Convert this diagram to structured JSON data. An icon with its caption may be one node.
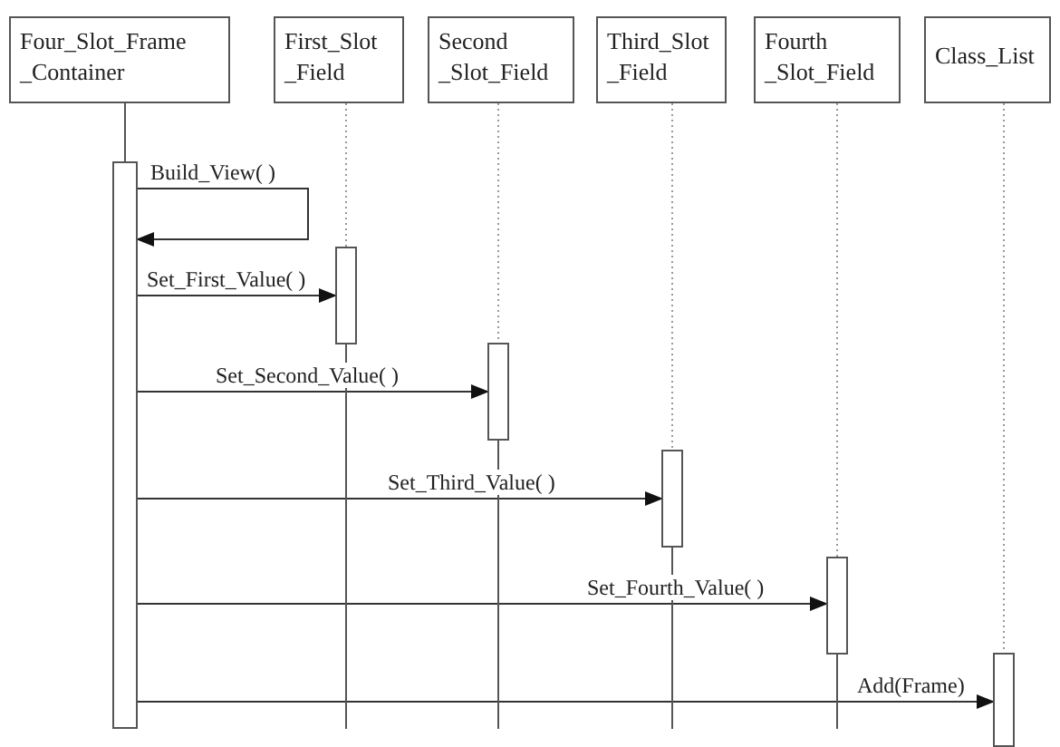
{
  "diagram": {
    "nodes": [
      {
        "text": [
          "Four_Slot_Frame _Container"
        ]
      },
      {
        "text": [
          "First_Slot _Field"
        ]
      },
      {
        "text": [
          "Second _Slot_Field"
        ]
      },
      {
        "text": [
          "Third_Slot _Field"
        ]
      },
      {
        "text": [
          "Fourth _Slot_Field"
        ]
      },
      {
        "text": [
          "Class_List"
        ]
      },
      {
        "text": [],
        "shape": "bar"
      },
      {
        "text": [],
        "shape": "bar"
      },
      {
        "text": [],
        "shape": "bar"
      },
      {
        "text": [],
        "shape": "bar"
      },
      {
        "text": [],
        "shape": "bar"
      },
      {
        "text": [],
        "shape": "bar"
      }
    ],
    "edges": [
      {
        "from": 6,
        "to": 6,
        "arrow": "to",
        "label": "Build_View( )"
      },
      {
        "from": 6,
        "to": 7,
        "arrow": "to",
        "label": "Set_First_Value( )"
      },
      {
        "from": 6,
        "to": 8,
        "arrow": "to",
        "label": "Set_Second_Value( )"
      },
      {
        "from": 6,
        "to": 9,
        "arrow": "to",
        "label": "Set_Third_Value( )"
      },
      {
        "from": 6,
        "to": 10,
        "arrow": "to",
        "label": "Set_Fourth_Value( )"
      },
      {
        "from": 6,
        "to": 11,
        "arrow": "to",
        "label": "Add(Frame)"
      },
      {
        "from": 0,
        "to": 6,
        "arrow": "none"
      },
      {
        "from": 1,
        "to": 7,
        "arrow": "none",
        "style": "dashed",
        "color": "#999999"
      },
      {
        "from": 2,
        "to": 8,
        "arrow": "none",
        "style": "dashed",
        "color": "#999999"
      },
      {
        "from": 3,
        "to": 9,
        "arrow": "none",
        "style": "dashed",
        "color": "#999999"
      },
      {
        "from": 4,
        "to": 10,
        "arrow": "none",
        "style": "dashed",
        "color": "#999999"
      },
      {
        "from": 5,
        "to": 11,
        "arrow": "none",
        "style": "dashed",
        "color": "#999999"
      },
      {
        "from": 7,
        "to": null,
        "arrow": "none"
      },
      {
        "from": 8,
        "to": null,
        "arrow": "none"
      },
      {
        "from": 9,
        "to": null,
        "arrow": "none"
      },
      {
        "from": 10,
        "to": null,
        "arrow": "none"
      }
    ]
  }
}
